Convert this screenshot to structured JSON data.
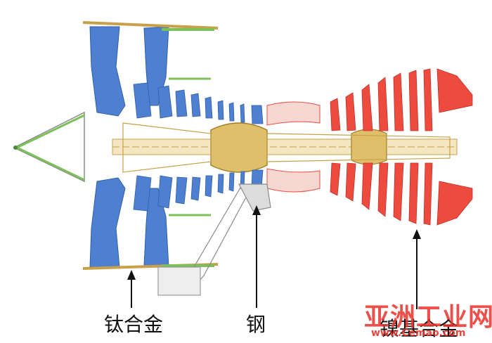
{
  "labels": {
    "titanium": "钛合金",
    "steel": "钢",
    "nickel": "镍基合金"
  },
  "watermark": {
    "name": "亚洲工业网",
    "url": "www.Cemao.com"
  },
  "colors": {
    "titanium": "#4f7fd0",
    "steel": "#c8a04a",
    "nickel": "#ee4b3f",
    "composite": "#7cc05a"
  }
}
